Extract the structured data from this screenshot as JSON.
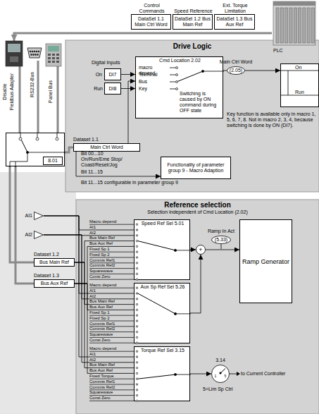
{
  "diagram": {
    "nodes": [
      {
        "text": [
          "Control Commands",
          "DataSet 1.1 Main Ctrl Word"
        ]
      },
      {
        "text": [
          "Speed Reference",
          "DataSet 1.2 Bus Main Ref"
        ]
      },
      {
        "text": [
          "Ext. Torque Limitation",
          "DataSet 1.3 Bus Aux Ref"
        ]
      },
      {
        "text": [
          "PLC"
        ]
      },
      {
        "text": [
          "Fieldbus Adapter"
        ]
      },
      {
        "text": [
          "RS232-Bus"
        ]
      },
      {
        "text": [
          "Panel Bus"
        ]
      },
      {
        "text": [
          "8.01"
        ]
      },
      {
        "text": [
          "Drive Logic"
        ]
      },
      {
        "text": [
          "DI7"
        ],
        "in": 8
      },
      {
        "text": [
          "DI8"
        ],
        "in": 8
      },
      {
        "text": [
          "Cmd Location 2.02",
          "macro depend",
          "Terminal",
          "Bus",
          "Key",
          "Switching is caused by ON command during OFF state"
        ],
        "in": 8
      },
      {
        "text": [
          "(2.05)"
        ],
        "in": 8
      },
      {
        "text": [
          "On",
          "Run"
        ],
        "in": 8
      },
      {
        "text": [
          "Main Ctrl Word"
        ],
        "in": 8
      },
      {
        "text": [
          "Functionality of parameter group 9 - Macro Adaption"
        ],
        "in": 8
      },
      {
        "text": [
          "AI1"
        ]
      },
      {
        "text": [
          "AI2"
        ]
      },
      {
        "text": [
          "Bus Main Ref"
        ]
      },
      {
        "text": [
          "Bus Aux Ref"
        ]
      },
      {
        "text": [
          "Reference selection",
          "Selection independent of Cmd Location (2.02)"
        ]
      },
      {
        "text": [
          "Speed Ref Sel 5.01"
        ],
        "in": 20
      },
      {
        "text": [
          "Ramp In Act",
          "(5.33)"
        ],
        "in": 20
      },
      {
        "text": [
          "+"
        ],
        "in": 20
      },
      {
        "text": [
          "Ramp Generator"
        ],
        "in": 20
      },
      {
        "text": [
          "Aux Sp Ref Sel 5.26"
        ],
        "in": 20
      },
      {
        "text": [
          "Torque Ref Sel 3.15"
        ],
        "in": 20
      },
      {
        "text": [
          "3.14",
          "1",
          "5"
        ],
        "in": 20
      }
    ],
    "edges": [
      {
        "from": 3,
        "to": 4,
        "arrow": "to"
      },
      {
        "from": 4,
        "to": 7,
        "arrow": "none"
      },
      {
        "from": 5,
        "to": 7,
        "arrow": "none"
      },
      {
        "from": 6,
        "to": 7,
        "arrow": "none"
      },
      {
        "from": 7,
        "to": 14,
        "arrow": "none"
      },
      {
        "from": 7,
        "to": 18,
        "arrow": "none"
      },
      {
        "from": 7,
        "to": 19,
        "arrow": "none"
      },
      {
        "from": 14,
        "to": 11,
        "arrow": "to"
      },
      {
        "from": 9,
        "to": 11,
        "arrow": "to"
      },
      {
        "from": 10,
        "to": 11,
        "arrow": "to"
      },
      {
        "from": 11,
        "to": 12,
        "arrow": "none"
      },
      {
        "from": 12,
        "to": 13,
        "arrow": "to"
      },
      {
        "from": 14,
        "to": 15,
        "arrow": "to"
      },
      {
        "from": 16,
        "to": 21,
        "arrow": "none"
      },
      {
        "from": 16,
        "to": 25,
        "arrow": "none"
      },
      {
        "from": 16,
        "to": 26,
        "arrow": "none"
      },
      {
        "from": 17,
        "to": 21,
        "arrow": "none"
      },
      {
        "from": 17,
        "to": 25,
        "arrow": "none"
      },
      {
        "from": 17,
        "to": 26,
        "arrow": "none"
      },
      {
        "from": 18,
        "to": 21,
        "arrow": "none"
      },
      {
        "from": 18,
        "to": 25,
        "arrow": "none"
      },
      {
        "from": 18,
        "to": 26,
        "arrow": "none"
      },
      {
        "from": 19,
        "to": 21,
        "arrow": "none"
      },
      {
        "from": 19,
        "to": 25,
        "arrow": "none"
      },
      {
        "from": 19,
        "to": 26,
        "arrow": "none"
      },
      {
        "from": 21,
        "to": 23,
        "arrow": "to"
      },
      {
        "from": 25,
        "to": 23,
        "arrow": "to"
      },
      {
        "from": 23,
        "to": 24,
        "arrow": "to"
      },
      {
        "from": 26,
        "to": 27,
        "arrow": "to"
      }
    ],
    "labels": [
      "Disable",
      "Digital Inputs",
      "On",
      "Run",
      "Main Ctrl Word",
      "Key function is available only in macro 1, 5, 6, 7, 8. Not in macro 2, 3, 4, because switching is done by ON (DI7).",
      "Dataset 1.1",
      "Bit 00...10",
      "On/Run/Eme Stop/ Coast/Reset/Jog",
      "Bit 11...15",
      "Bit 11...15 configurable in parameter group 9",
      "Dataset 1.2",
      "Dataset 1.3",
      "Macro depend",
      "AI1",
      "AI2",
      "Bus Main Ref",
      "Bus Aux Ref",
      "Fixed Sp 1",
      "Fixed Sp 2",
      "Commis Ref1",
      "Commis Ref2",
      "Squarewave",
      "Const Zero",
      "Macro depend",
      "AI1",
      "AI2",
      "Bus Main Ref",
      "Bus Aux Ref",
      "Fixed Sp 1",
      "Fixed Sp 2",
      "Commis Ref1",
      "Commis Ref2",
      "Squarewave",
      "Const Zero",
      "Macro depend",
      "AI1",
      "AI2",
      "Bus Main Ref",
      "Bus Aux Ref",
      "Fixed Torque",
      "Commis Ref1",
      "Commis Ref2",
      "Squarewave",
      "Const Zero",
      "to Current Controller",
      "5=Lim Sp Ctrl"
    ]
  }
}
